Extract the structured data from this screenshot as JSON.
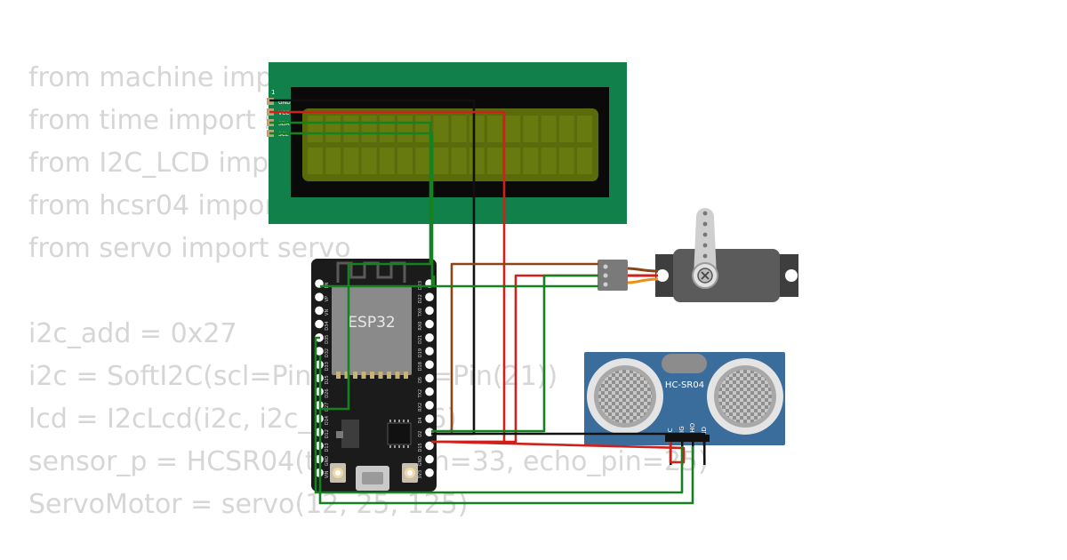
{
  "code_lines": [
    "from machine import Pin, SoftI2C",
    "from time import sleep",
    "from I2C_LCD import I2cLcd",
    "from hcsr04 import HCSR04",
    "from servo import servo",
    "",
    "i2c_add = 0x27",
    "i2c = SoftI2C(scl=Pin(22), sda=Pin(21))",
    "lcd = I2cLcd(i2c, i2c_add, 2, 16)",
    "sensor_p = HCSR04(trigger_pin=33, echo_pin=25)",
    "ServoMotor = servo(12, 25, 125)"
  ],
  "esp32": {
    "label": "ESP32",
    "left_pins": [
      "EN",
      "VP",
      "VN",
      "D34",
      "D35",
      "D32",
      "D33",
      "D25",
      "D26",
      "D27",
      "D14",
      "D12",
      "D13",
      "GND",
      "VIN"
    ],
    "right_pins": [
      "D23",
      "D22",
      "TX0",
      "RX0",
      "D21",
      "D19",
      "D18",
      "D5",
      "TX2",
      "RX2",
      "D4",
      "D2",
      "D15",
      "GND",
      "3V3"
    ]
  },
  "lcd": {
    "pin_labels": [
      "GND",
      "VCC",
      "SDA",
      "SCL"
    ],
    "pin_one_marker": "1"
  },
  "hcsr04": {
    "label": "HC-SR04",
    "pin_labels": [
      "VCC",
      "TRIG",
      "ECHO",
      "GND"
    ]
  },
  "colors": {
    "wire_red": "#d0201c",
    "wire_black": "#111111",
    "wire_green": "#15821f",
    "wire_brown": "#8b4513",
    "lcd_board": "#11804a",
    "lcd_screen": "#5a6b0c",
    "esp32_board": "#1b1b1b",
    "hcsr04_board": "#3a6d9b",
    "servo_body": "#5b5b5b"
  }
}
